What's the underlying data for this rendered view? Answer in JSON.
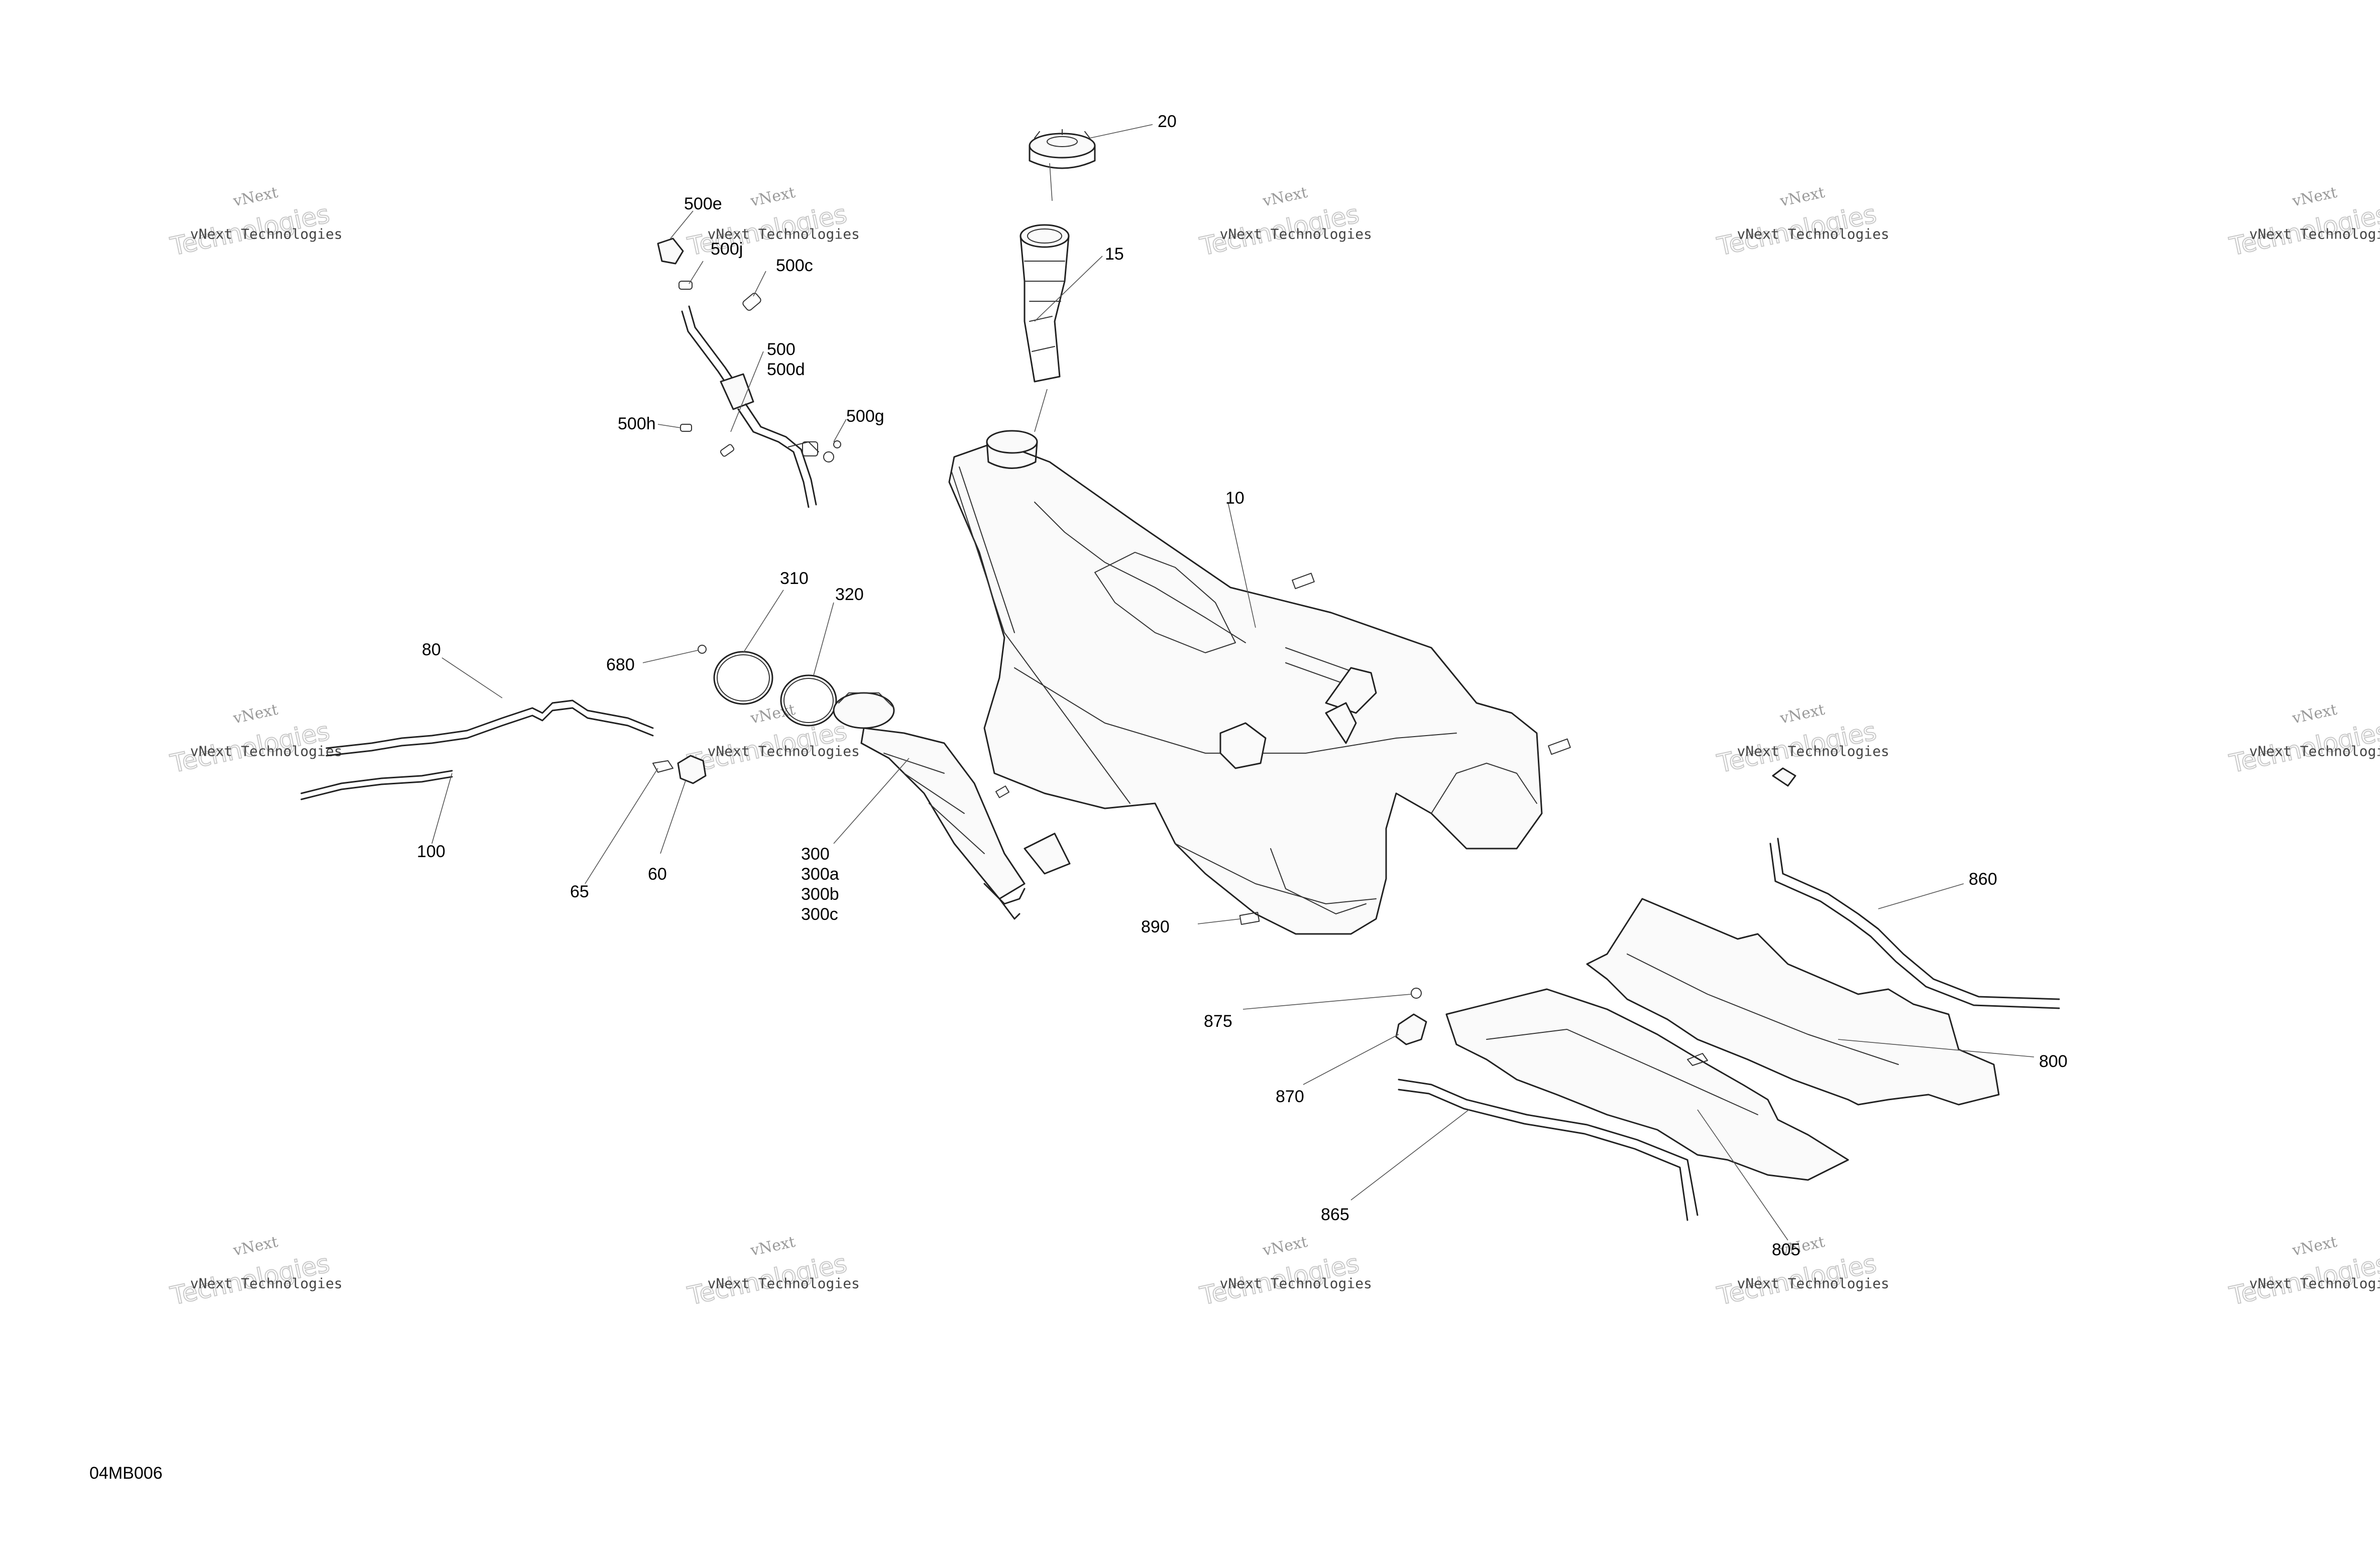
{
  "watermark": {
    "line1": "vNext",
    "line2": "Technologies",
    "line3": "vNext Technologies"
  },
  "drawing_ref": "04MB006",
  "callouts": {
    "c20": "20",
    "c15": "15",
    "c10": "10",
    "c500e": "500e",
    "c500j": "500j",
    "c500c": "500c",
    "c500": "500",
    "c500d": "500d",
    "c500h": "500h",
    "c500g": "500g",
    "c310": "310",
    "c320": "320",
    "c680": "680",
    "c80": "80",
    "c100": "100",
    "c65": "65",
    "c60": "60",
    "c300": "300",
    "c300a": "300a",
    "c300b": "300b",
    "c300c": "300c",
    "c890": "890",
    "c860": "860",
    "c875": "875",
    "c870": "870",
    "c800": "800",
    "c865": "865",
    "c805": "805"
  }
}
